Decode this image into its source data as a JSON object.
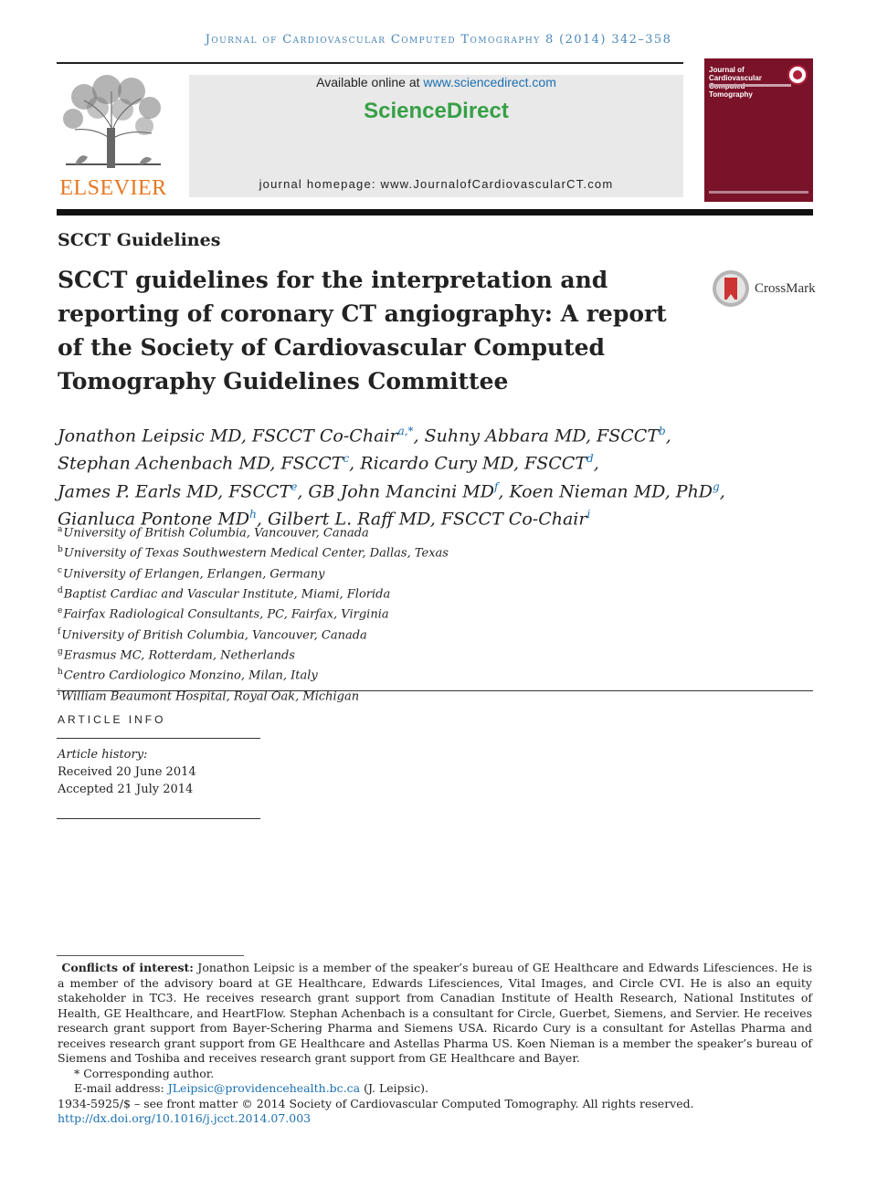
{
  "header": {
    "running_head": "Journal of Cardiovascular Computed Tomography 8 (2014) 342–358",
    "available_prefix": "Available online at ",
    "available_link": "www.sciencedirect.com",
    "brand": "ScienceDirect",
    "homepage": "journal homepage: www.JournalofCardiovascularCT.com",
    "publisher_logo_text": "ELSEVIER",
    "cover_title": "Journal of Cardiovascular Computed Tomography"
  },
  "article": {
    "section": "SCCT Guidelines",
    "title": "SCCT guidelines for the interpretation and reporting of coronary CT angiography: A report of the Society of Cardiovascular Computed Tomography Guidelines Committee",
    "crossmark_label": "CrossMark",
    "authors": [
      {
        "name": "Jonathon Leipsic MD, FSCCT Co-Chair",
        "sup": "a,*",
        "sep": ", "
      },
      {
        "name": "Suhny Abbara MD, FSCCT",
        "sup": "b",
        "sep": ","
      },
      {
        "name": "Stephan Achenbach MD, FSCCT",
        "sup": "c",
        "sep": ", "
      },
      {
        "name": "Ricardo Cury MD, FSCCT",
        "sup": "d",
        "sep": ","
      },
      {
        "name": "James P. Earls MD, FSCCT",
        "sup": "e",
        "sep": ", "
      },
      {
        "name": "GB John Mancini MD",
        "sup": "f",
        "sep": ", "
      },
      {
        "name": "Koen Nieman MD, PhD",
        "sup": "g",
        "sep": ","
      },
      {
        "name": "Gianluca Pontone MD",
        "sup": "h",
        "sep": ", "
      },
      {
        "name": "Gilbert L. Raff MD, FSCCT Co-Chair",
        "sup": "i",
        "sep": ""
      }
    ],
    "affiliations": [
      {
        "key": "a",
        "text": "University of British Columbia, Vancouver, Canada"
      },
      {
        "key": "b",
        "text": "University of Texas Southwestern Medical Center, Dallas, Texas"
      },
      {
        "key": "c",
        "text": "University of Erlangen, Erlangen, Germany"
      },
      {
        "key": "d",
        "text": "Baptist Cardiac and Vascular Institute, Miami, Florida"
      },
      {
        "key": "e",
        "text": "Fairfax Radiological Consultants, PC, Fairfax, Virginia"
      },
      {
        "key": "f",
        "text": "University of British Columbia, Vancouver, Canada"
      },
      {
        "key": "g",
        "text": "Erasmus MC, Rotterdam, Netherlands"
      },
      {
        "key": "h",
        "text": "Centro Cardiologico Monzino, Milan, Italy"
      },
      {
        "key": "i",
        "text": "William Beaumont Hospital, Royal Oak, Michigan"
      }
    ]
  },
  "article_info": {
    "heading": "ARTICLE INFO",
    "history_label": "Article history:",
    "received": "Received 20 June 2014",
    "accepted": "Accepted 21 July 2014"
  },
  "footnotes": {
    "coi_label": "Conflicts of interest:",
    "coi_text": " Jonathon Leipsic is a member of the speaker’s bureau of GE Healthcare and Edwards Lifesciences. He is a member of the advisory board at GE Healthcare, Edwards Lifesciences, Vital Images, and Circle CVI. He is also an equity stakeholder in TC3. He receives research grant support from Canadian Institute of Health Research, National Institutes of Health, GE Healthcare, and HeartFlow. Stephan Achenbach is a consultant for Circle, Guerbet, Siemens, and Servier. He receives research grant support from Bayer-Schering Pharma and Siemens USA. Ricardo Cury is a consultant for Astellas Pharma and receives research grant support from GE Healthcare and Astellas Pharma US. Koen Nieman is a member the speaker’s bureau of Siemens and Toshiba and receives research grant support from GE Healthcare and Bayer.",
    "corresponding": "* Corresponding author.",
    "email_prefix": "E-mail address: ",
    "email": "JLeipsic@providencehealth.bc.ca",
    "email_suffix": " (J. Leipsic).",
    "issn": "1934-5925/$ – see front matter © 2014 Society of Cardiovascular Computed Tomography. All rights reserved.",
    "doi": "http://dx.doi.org/10.1016/j.jcct.2014.07.003"
  }
}
